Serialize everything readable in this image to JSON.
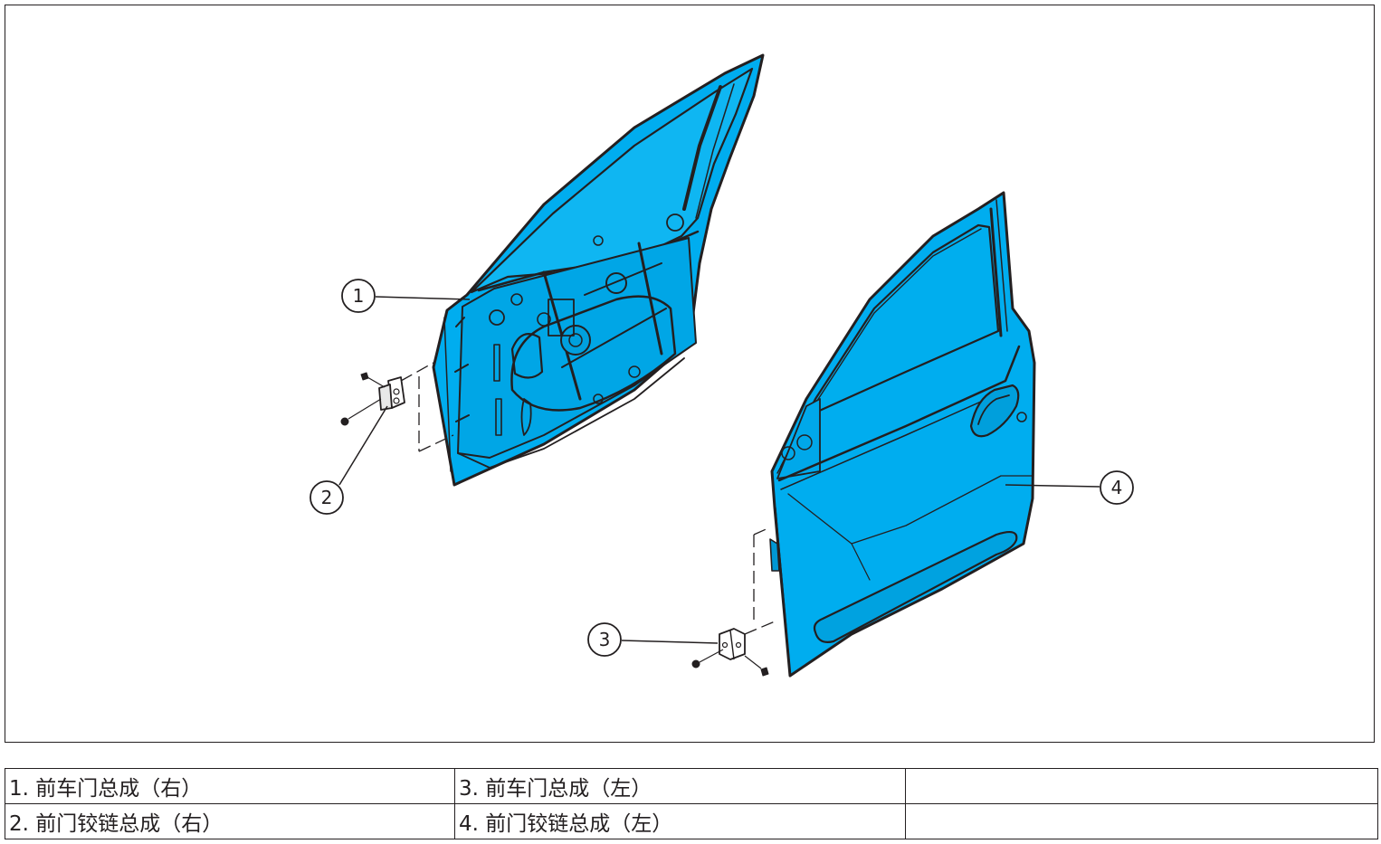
{
  "colors": {
    "door_fill": "#00adef",
    "line": "#231f20",
    "background": "#ffffff"
  },
  "callouts": [
    "1",
    "2",
    "3",
    "4"
  ],
  "legend": {
    "rows": [
      [
        "1. 前车门总成（右）",
        "3. 前车门总成（左）",
        ""
      ],
      [
        "2. 前门铰链总成（右）",
        "4. 前门铰链总成（左）",
        ""
      ]
    ]
  }
}
